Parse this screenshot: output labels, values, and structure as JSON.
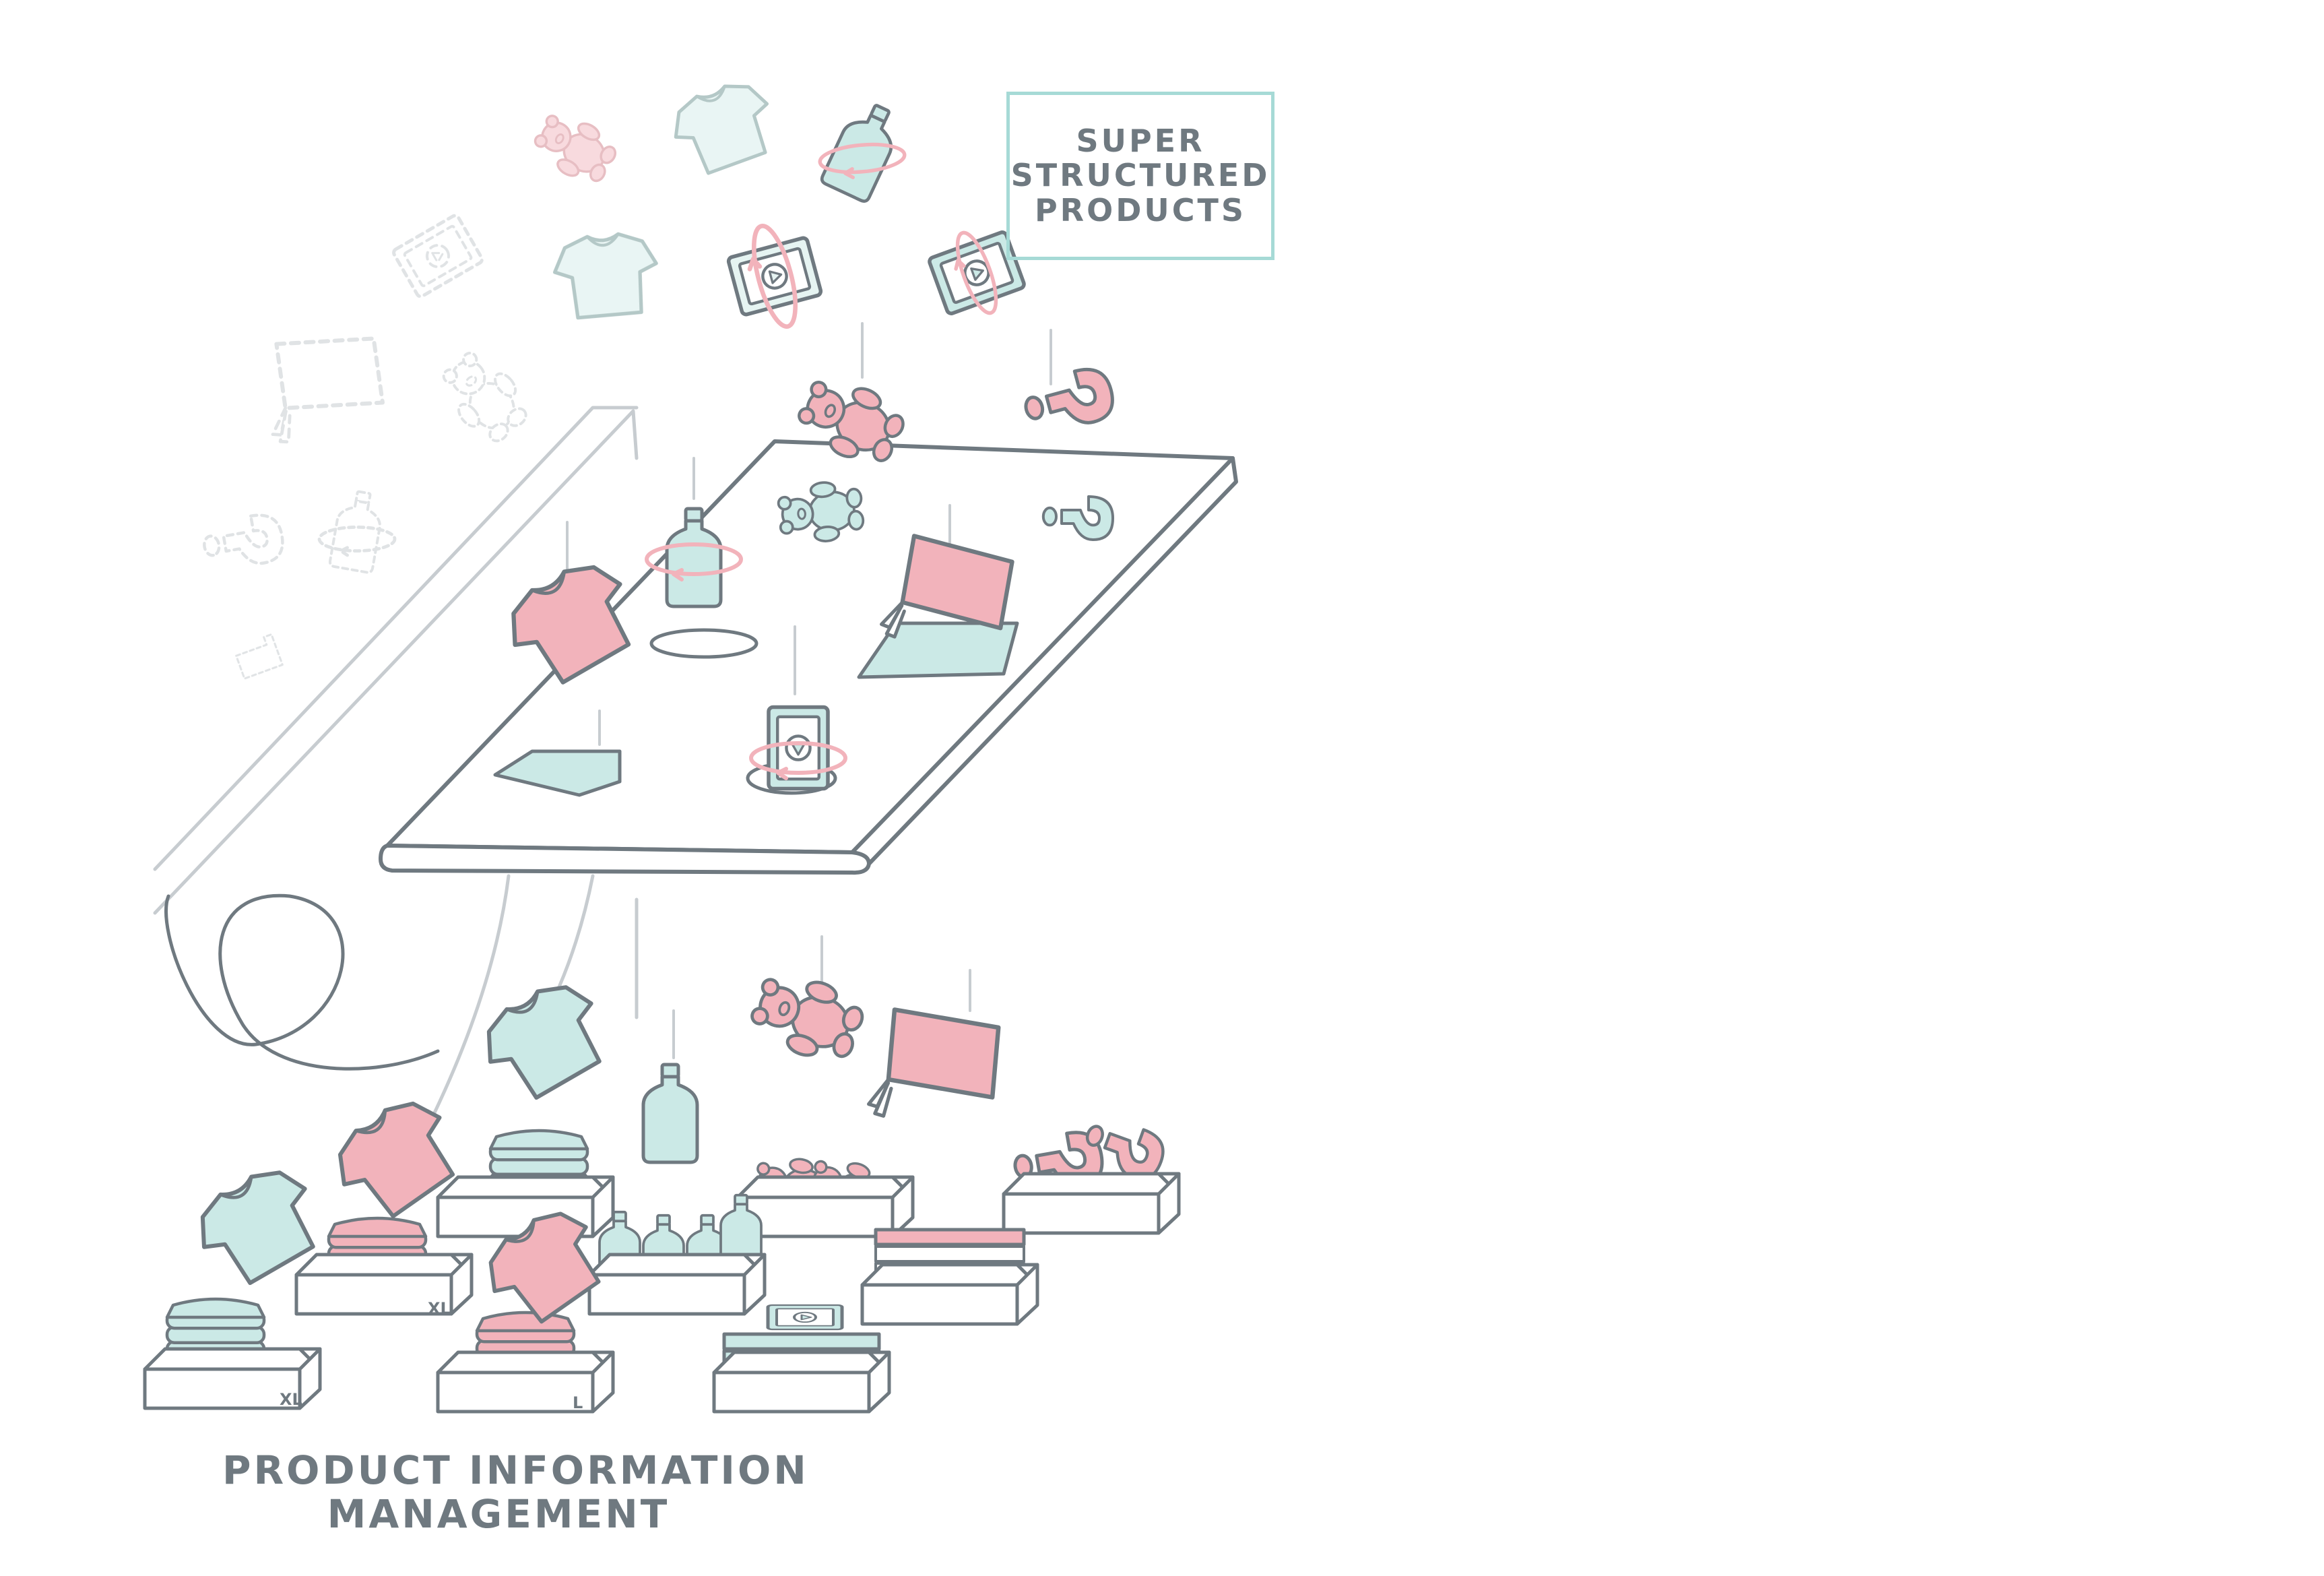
{
  "labels": {
    "super_structured": [
      "SUPER",
      "STRUCTURED",
      "PRODUCTS"
    ],
    "pim": [
      "PRODUCT INFORMATION",
      "MANAGEMENT"
    ]
  },
  "sizes": {
    "xl": "XL",
    "l": "L"
  },
  "colors": {
    "pink": "#f2b3bb",
    "teal": "#cbe9e6",
    "line": "#6f7980",
    "faint": "#c7ccd0",
    "label_border": "#a6dad6"
  },
  "icons": {
    "falling": [
      "shirt-icon",
      "teddy-bear-icon",
      "bottle-icon",
      "book-icon",
      "tablet-video-icon",
      "question-mark-icon",
      "puzzle-piece-icon"
    ],
    "bins": [
      "folded-shirts-bin-icon",
      "bottles-bin-icon",
      "teddy-bears-bin-icon",
      "question-marks-bin-icon",
      "books-bin-icon",
      "tablets-bin-icon"
    ]
  }
}
